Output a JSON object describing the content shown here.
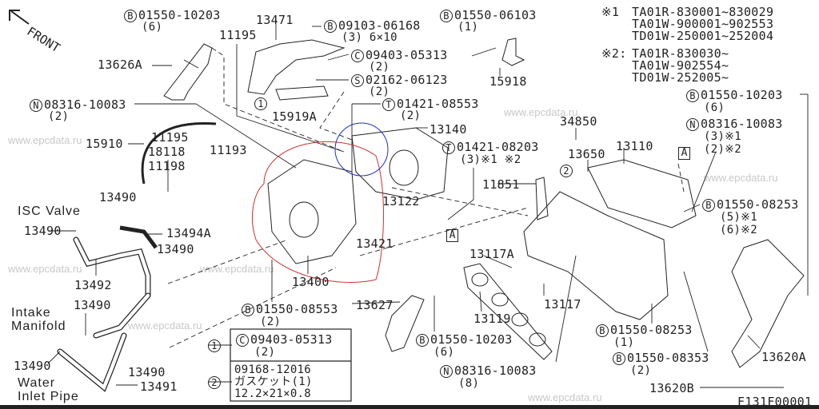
{
  "title": "F131F00001",
  "watermark": "www.epcdata.ru",
  "front_label": "FRONT",
  "symbols": {
    "B": "B",
    "C": "C",
    "N": "N",
    "S": "S",
    "T": "T",
    "one": "1",
    "two": "2",
    "A": "A"
  },
  "notes": {
    "n1_mark": "※1",
    "n1_lines": [
      "TA01R-830001~830029",
      "TA01W-900001~902553",
      "TD01W-250001~252004"
    ],
    "n2_mark": "※2:",
    "n2_lines": [
      "TA01R-830030~",
      "TA01W-902554~",
      "TD01W-252005~"
    ]
  },
  "labels": {
    "b_01550_10203_top": {
      "code": "01550-10203",
      "qty": "(6)"
    },
    "p13471": "13471",
    "b_09103_06168": {
      "code": "09103-06168",
      "qty": "(3) 6×10"
    },
    "p11195_top": "11195",
    "b_01550_06103": {
      "code": "01550-06103",
      "qty": "(1)"
    },
    "p15918": "15918",
    "c_09403_05313": {
      "code": "09403-05313",
      "qty": "(2)"
    },
    "s_02162_06123": {
      "code": "02162-06123",
      "qty": "(2)"
    },
    "p13626A": "13626A",
    "p15919A": "15919A",
    "n_08316_10083_left": {
      "code": "08316-10083",
      "qty": "(2)"
    },
    "t_01421_08553": {
      "code": "01421-08553",
      "qty": "(2)"
    },
    "p13140": "13140",
    "p15910": "15910",
    "p11195": "11195",
    "p18118": "18118",
    "p11193": "11193",
    "p11198": "11198",
    "t_01421_08203": {
      "code": "01421-08203",
      "qty": "(3)※1  ※2"
    },
    "p34850": "34850",
    "p13650": "13650",
    "p13110": "13110",
    "b_01550_10203_right": {
      "code": "01550-10203",
      "qty": "(6)"
    },
    "n_08316_10083_right": {
      "code": "08316-10083",
      "qty1": "(3)※1",
      "qty2": "(2)※2"
    },
    "p11851": "11851",
    "isc_valve": "ISC Valve",
    "p13490": "13490",
    "p13494A": "13494A",
    "p13492": "13492",
    "p13122": "13122",
    "p13421": "13421",
    "p13400": "13400",
    "b_01550_08253_top": {
      "code": "01550-08253",
      "qty1": "(5)※1",
      "qty2": "(6)※2"
    },
    "p13117A": "13117A",
    "p13117": "13117",
    "p13119": "13119",
    "p13627": "13627",
    "intake_manifold": [
      "Intake",
      "Manifold"
    ],
    "b_01550_08553": {
      "code": "01550-08553",
      "qty": "(2)"
    },
    "water_inlet_pipe": [
      "Water",
      "Inlet Pipe"
    ],
    "p13491": "13491",
    "b_01550_10203_bottom": {
      "code": "01550-10203",
      "qty": "(6)"
    },
    "n_08316_10083_bottom": {
      "code": "08316-10083",
      "qty": "(8)"
    },
    "b_01550_08253_bottom": {
      "code": "01550-08253",
      "qty": "(1)"
    },
    "b_01550_08353": {
      "code": "01550-08353",
      "qty": "(2)"
    },
    "p13620A": "13620A",
    "p13620B": "13620B"
  },
  "legend_box": {
    "row1": {
      "code": "09403-05313",
      "qty": "(2)"
    },
    "row2": {
      "code": "09168-12016",
      "name": "ガスケット(1)",
      "size": "12.2×21×0.8"
    }
  },
  "colors": {
    "ink": "#222222",
    "red_mark": "#d03030",
    "blue_mark": "#2030c0",
    "watermark": "#c8c8c8"
  }
}
